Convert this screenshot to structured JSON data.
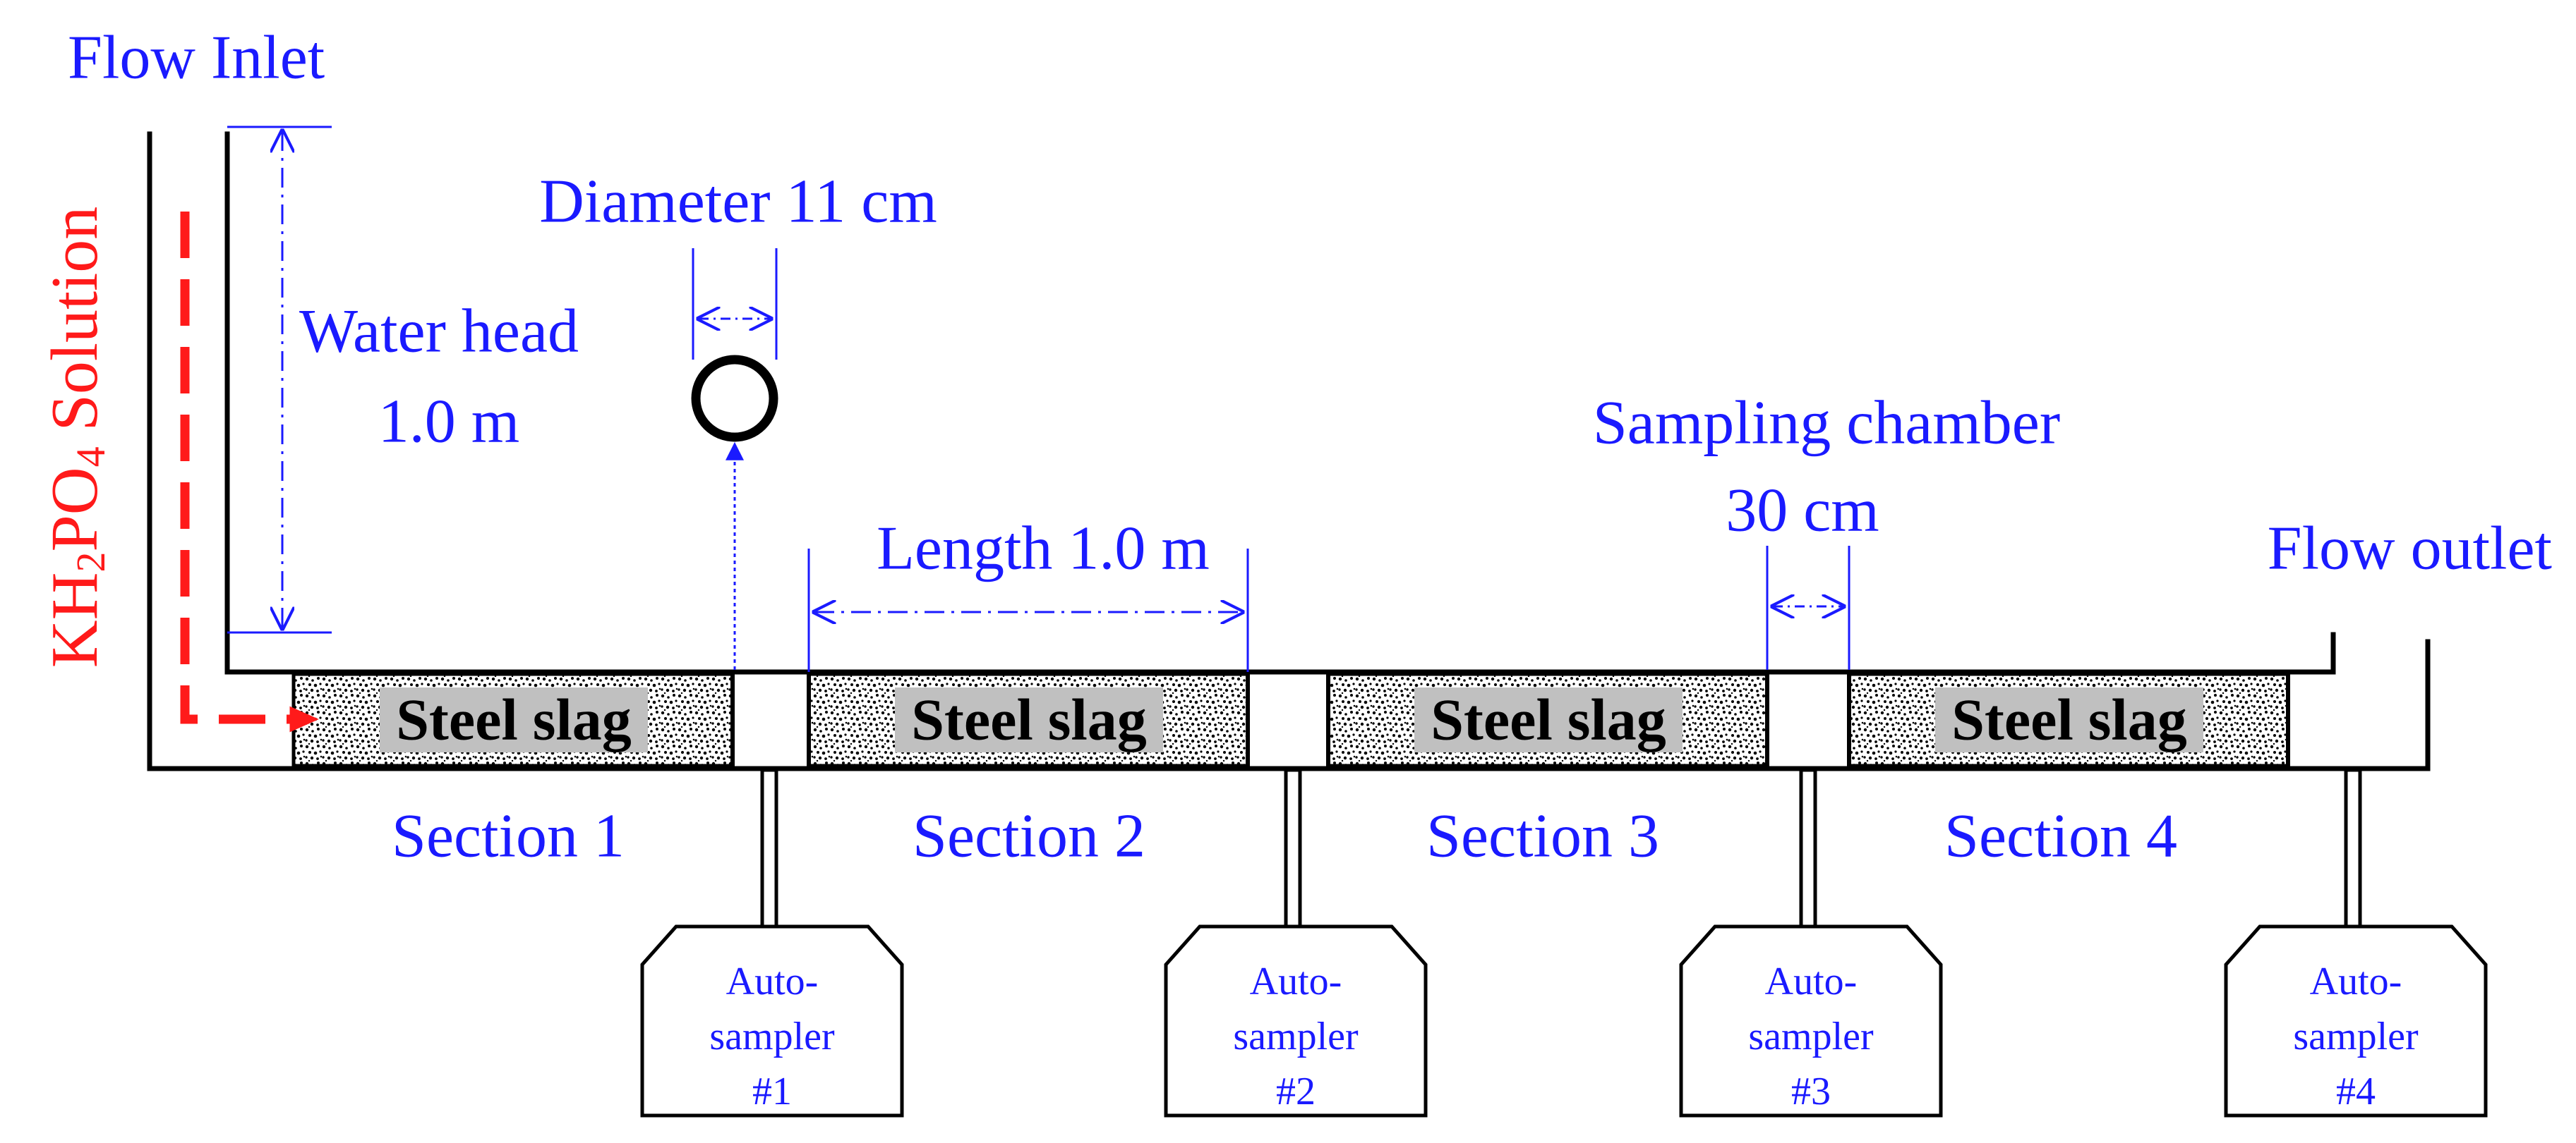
{
  "labels": {
    "flow_inlet": "Flow Inlet",
    "flow_outlet": "Flow outlet",
    "solution": "Solution",
    "solution_formula": {
      "k": "KH",
      "h_sub": "2",
      "po": "PO",
      "o_sub": "4"
    },
    "diameter": "Diameter 11 cm",
    "water_head_line1": "Water head",
    "water_head_line2": "1.0 m",
    "length": "Length 1.0 m",
    "sampling_chamber_line1": "Sampling chamber",
    "sampling_chamber_line2": "30 cm"
  },
  "sections": [
    {
      "slag_label": "Steel slag",
      "section_label": "Section 1",
      "sampler_lines": [
        "Auto-",
        "sampler",
        "#1"
      ]
    },
    {
      "slag_label": "Steel slag",
      "section_label": "Section 2",
      "sampler_lines": [
        "Auto-",
        "sampler",
        "#2"
      ]
    },
    {
      "slag_label": "Steel slag",
      "section_label": "Section 3",
      "sampler_lines": [
        "Auto-",
        "sampler",
        "#3"
      ]
    },
    {
      "slag_label": "Steel slag",
      "section_label": "Section 4",
      "sampler_lines": [
        "Auto-",
        "sampler",
        "#4"
      ]
    }
  ],
  "colors": {
    "annotation": "#1a1aff",
    "flow_arrow": "#ff1a1a",
    "structure": "#000000",
    "slag_label_box": "#c0c0c0"
  }
}
